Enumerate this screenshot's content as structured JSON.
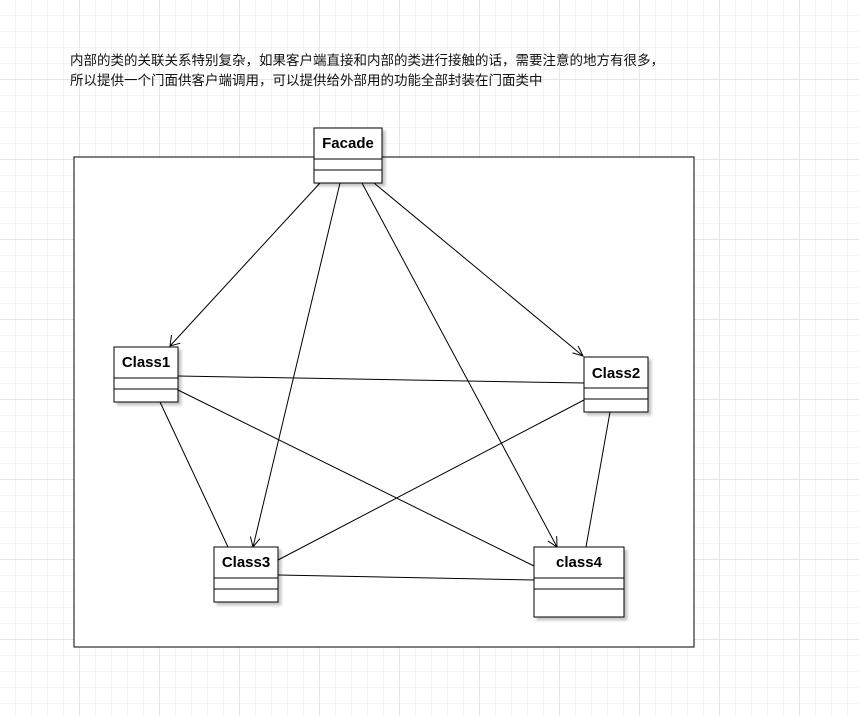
{
  "note": {
    "line1": "内部的类的关联关系特别复杂，如果客户端直接和内部的类进行接触的话，需要注意的地方有很多，",
    "line2": "所以提供一个门面供客户端调用，可以提供给外部用的功能全部封装在门面类中"
  },
  "classes": {
    "facade": "Facade",
    "class1": "Class1",
    "class2": "Class2",
    "class3": "Class3",
    "class4": "class4"
  },
  "relations": [
    {
      "from": "Facade",
      "to": "Class1",
      "type": "association-arrow"
    },
    {
      "from": "Facade",
      "to": "Class2",
      "type": "association-arrow"
    },
    {
      "from": "Facade",
      "to": "Class3",
      "type": "association-arrow"
    },
    {
      "from": "Facade",
      "to": "class4",
      "type": "association-arrow"
    },
    {
      "from": "Class1",
      "to": "Class2",
      "type": "line"
    },
    {
      "from": "Class1",
      "to": "Class3",
      "type": "line"
    },
    {
      "from": "Class1",
      "to": "class4",
      "type": "line"
    },
    {
      "from": "Class2",
      "to": "Class3",
      "type": "line"
    },
    {
      "from": "Class2",
      "to": "class4",
      "type": "line"
    },
    {
      "from": "Class3",
      "to": "class4",
      "type": "line"
    }
  ]
}
